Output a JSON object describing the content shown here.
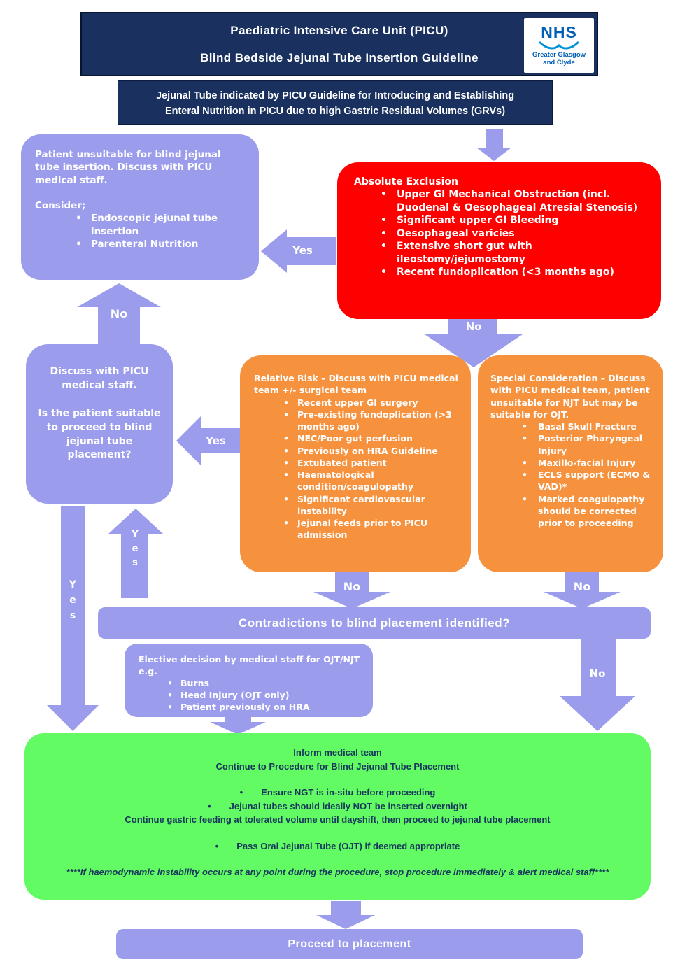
{
  "header": {
    "line1": "Paediatric Intensive Care Unit (PICU)",
    "line2": "Blind Bedside Jejunal Tube Insertion Guideline",
    "logo": {
      "nhs": "NHS",
      "org1": "Greater Glasgow",
      "org2": "and Clyde"
    }
  },
  "indication": {
    "line1": "Jejunal Tube indicated by PICU Guideline for Introducing and Establishing",
    "line2": "Enteral Nutrition in PICU due to high Gastric Residual Volumes (GRVs)"
  },
  "unsuitable": {
    "text": "Patient unsuitable for blind jejunal tube insertion.  Discuss with PICU medical staff.",
    "consider": "Consider;",
    "bullets": [
      "Endoscopic jejunal tube insertion",
      "Parenteral Nutrition"
    ]
  },
  "absolute_exclusion": {
    "title": "Absolute Exclusion",
    "bullets": [
      "Upper GI Mechanical Obstruction (incl. Duodenal & Oesophageal  Atresial Stenosis)",
      "Significant upper GI Bleeding",
      "Oesophageal varicies",
      "Extensive short gut with ileostomy/jejumostomy",
      "Recent fundoplication (<3 months ago)"
    ]
  },
  "discuss": {
    "line1": "Discuss with PICU medical staff.",
    "line2": "Is the patient suitable to proceed to blind jejunal tube placement?"
  },
  "relative_risk": {
    "title": "Relative Risk – Discuss with PICU medical team +/- surgical team",
    "bullets": [
      "Recent upper GI surgery",
      "Pre-existing fundoplication (>3 months ago)",
      "NEC/Poor gut perfusion",
      "Previously on HRA Guideline",
      "Extubated patient",
      "Haematological condition/coagulopathy",
      "Significant cardiovascular instability",
      "Jejunal feeds prior to PICU admission"
    ]
  },
  "special_consideration": {
    "title": "Special Consideration – Discuss with PICU medical team, patient unsuitable for NJT but may be suitable for OJT.",
    "bullets": [
      "Basal Skull Fracture",
      "Posterior Pharyngeal Injury",
      "Maxillo-facial Injury",
      "ECLS support (ECMO & VAD)*",
      "Marked coagulopathy should be corrected prior to proceeding"
    ]
  },
  "contradictions": {
    "text": "Contradictions to blind placement identified?"
  },
  "elective": {
    "intro": "Elective decision by medical staff for OJT/NJT e.g.",
    "bullets": [
      "Burns",
      "Head Injury (OJT only)",
      "Patient previously on HRA"
    ]
  },
  "inform": {
    "line1": "Inform medical team",
    "line2": "Continue to Procedure for Blind Jejunal Tube Placement",
    "bullet1": "Ensure NGT is in-situ before proceeding",
    "bullet2": "Jejunal tubes should ideally NOT be inserted overnight",
    "line3": "Continue gastric feeding at tolerated volume until dayshift, then proceed to jejunal tube placement",
    "bullet3": "Pass Oral Jejunal Tube (OJT) if deemed appropriate",
    "warning": "****If haemodynamic instability occurs at any point during the procedure, stop procedure immediately & alert medical staff****"
  },
  "proceed": {
    "text": "Proceed to placement"
  },
  "labels": {
    "yes": "Yes",
    "no": "No"
  },
  "colors": {
    "navy": "#1A3160",
    "purple": "#9B9CEC",
    "red": "#FE0000",
    "orange": "#F6913E",
    "green": "#63FB63",
    "dark_text": "#17375D",
    "nhs_blue": "#005EB8"
  }
}
